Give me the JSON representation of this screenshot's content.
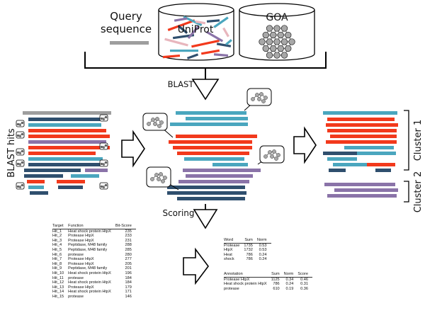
{
  "labels": {
    "query": [
      "Query",
      "sequence"
    ],
    "uniprot": "UniProt",
    "goa": "GOA",
    "blast": "BLAST",
    "blast_hits": "BLAST hits",
    "scoring": "Scoring",
    "cluster1": "Cluster 1",
    "cluster2": "Cluster 2"
  },
  "colors": {
    "red": "#f2391c",
    "teal": "#4aa6be",
    "navy": "#2f4f6e",
    "purple": "#8a73a8",
    "pink": "#e8b6bd",
    "gray": "#9e9e9e",
    "node": "#a8a8a8"
  },
  "hits_table": {
    "headers": [
      "Target",
      "Function",
      "Bit-Score"
    ],
    "rows": [
      [
        "Hit_1",
        "Heat shock protein HtpX",
        "235"
      ],
      [
        "Hit_2",
        "Protease HtpX",
        "233"
      ],
      [
        "Hit_3",
        "Protease HtpX",
        "231"
      ],
      [
        "Hit_4",
        "Peptidase, M48 family",
        "288"
      ],
      [
        "Hit_5",
        "Peptidase, M48 family",
        "285"
      ],
      [
        "Hit_6",
        "protease",
        "280"
      ],
      [
        "Hit_7",
        "Protease HtpX",
        "277"
      ],
      [
        "Hit_8",
        "Protease HtpX",
        "205"
      ],
      [
        "Hit_9",
        "Peptidase, M48 family",
        "201"
      ],
      [
        "Hit_10",
        "Heat shock protein HtpX",
        "196"
      ],
      [
        "Hit_11",
        "protease",
        "184"
      ],
      [
        "Hit_12",
        "Heat shock protein HtpX",
        "184"
      ],
      [
        "Hit_13",
        "Protease HtpX",
        "179"
      ],
      [
        "Hit_14",
        "Heat shock protein HtpX",
        "171"
      ],
      [
        "Hit_15",
        "protease",
        "146"
      ]
    ]
  },
  "word_table": {
    "headers": [
      "Word",
      "Sum",
      "Norm"
    ],
    "rows": [
      [
        "Protease",
        "1735",
        "0.53"
      ],
      [
        "HtpX",
        "1732",
        "0.53"
      ],
      [
        "Heat",
        "786",
        "0.24"
      ],
      [
        "shock",
        "786",
        "0.24"
      ]
    ]
  },
  "annotation_table": {
    "headers": [
      "Annotation",
      "Sum",
      "Norm",
      "Score"
    ],
    "rows": [
      [
        "Protease HtpX",
        "1125",
        "0.34",
        "0.46"
      ],
      [
        "Heat shock protein HtpX",
        "786",
        "0.24",
        "0.31"
      ],
      [
        "protease",
        "610",
        "0.19",
        "0.36"
      ]
    ]
  }
}
